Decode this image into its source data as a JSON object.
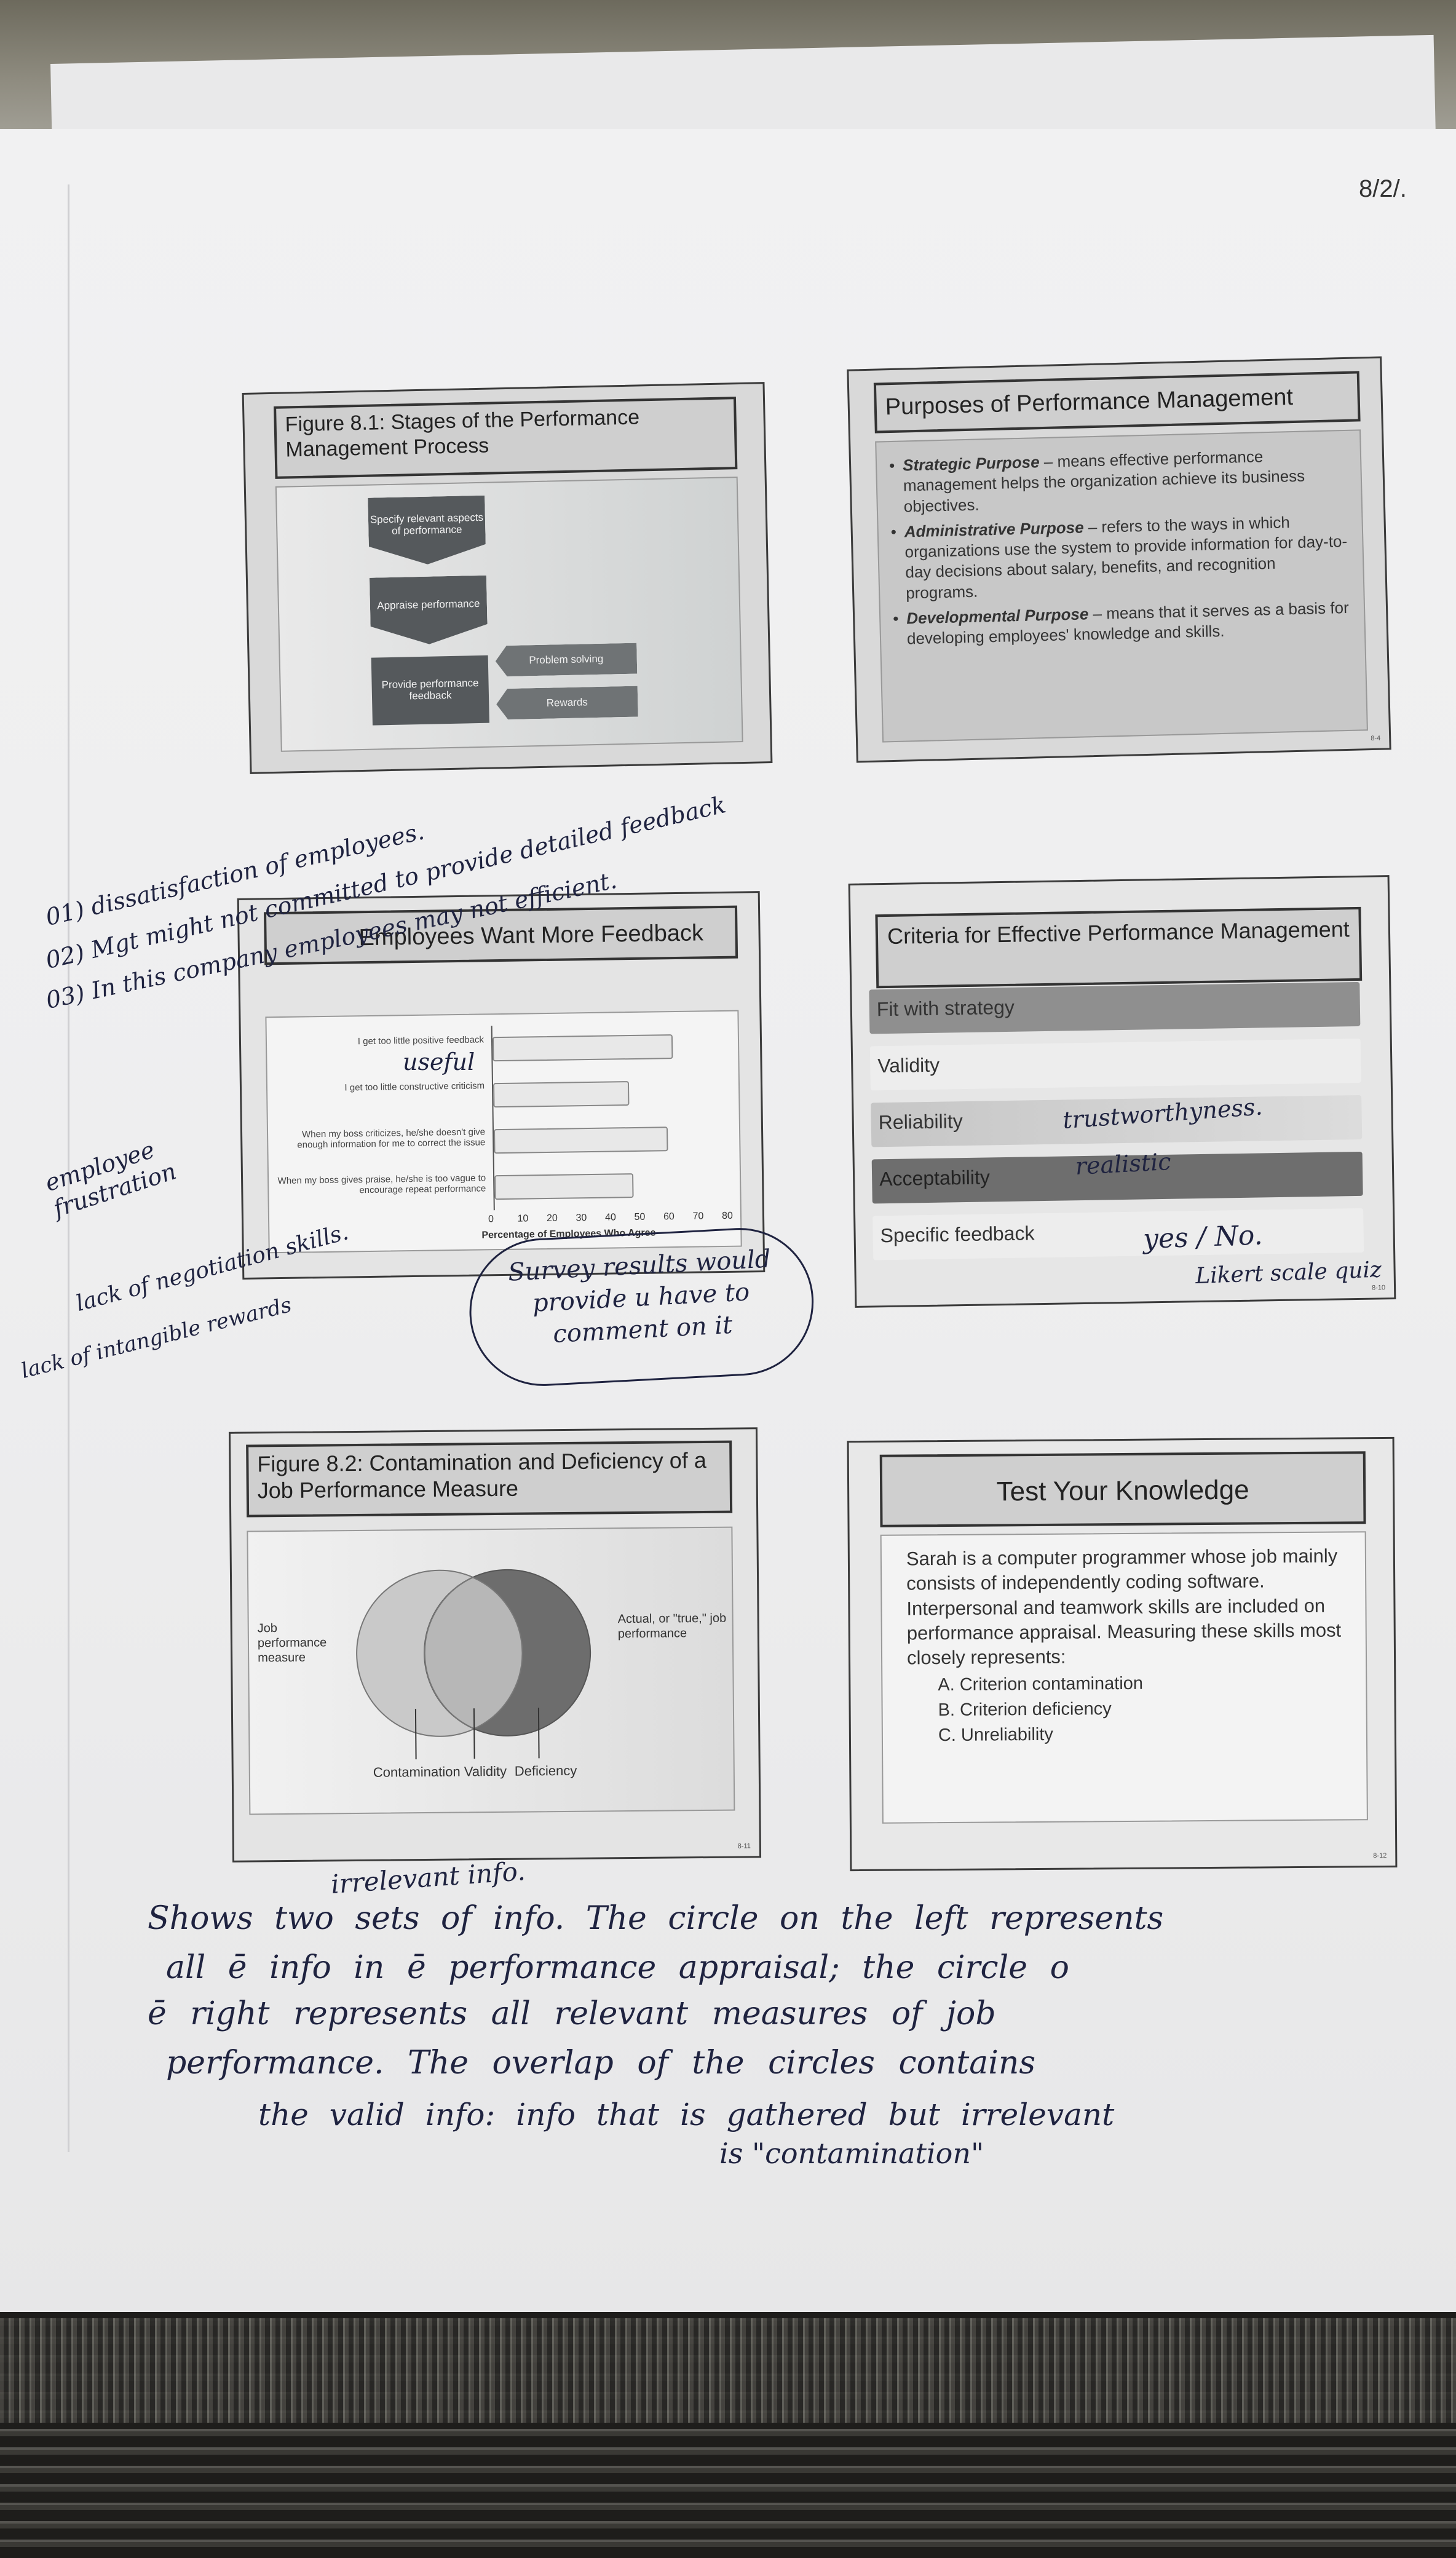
{
  "page_number": "8/2/.",
  "slides": {
    "stages": {
      "title": "Figure 8.1: Stages of the Performance Management Process",
      "steps": [
        "Specify relevant aspects of performance",
        "Appraise performance",
        "Provide performance feedback"
      ],
      "outcomes": [
        "Problem solving",
        "Rewards"
      ]
    },
    "purposes": {
      "title": "Purposes of Performance Management",
      "items": [
        {
          "term": "Strategic Purpose",
          "text": " – means effective performance management helps the organization achieve its business objectives."
        },
        {
          "term": "Administrative Purpose",
          "text": " – refers to the ways in which organizations use the system to provide information for day-to-day decisions about salary, benefits, and recognition programs."
        },
        {
          "term": "Developmental Purpose",
          "text": " – means that it serves as a basis for developing employees' knowledge and skills."
        }
      ],
      "slide_no": "8-4"
    },
    "feedback": {
      "title": "Employees Want More Feedback",
      "chart_data": {
        "type": "bar",
        "orientation": "horizontal",
        "categories": [
          "I get too little positive feedback",
          "I get too little constructive criticism",
          "When my boss criticizes, he/she doesn't give enough information for me to correct the issue",
          "When my boss gives praise, he/she is too vague to encourage repeat performance"
        ],
        "values": [
          62,
          47,
          60,
          48
        ],
        "xlabel": "Percentage of Employees Who Agree",
        "xlim": [
          0,
          80
        ],
        "xticks": [
          "0",
          "10",
          "20",
          "30",
          "40",
          "50",
          "60",
          "70",
          "80"
        ]
      }
    },
    "criteria": {
      "title": "Criteria for Effective Performance Management",
      "items": [
        "Fit with strategy",
        "Validity",
        "Reliability",
        "Acceptability",
        "Specific feedback"
      ],
      "slide_no": "8-10"
    },
    "contamination": {
      "title": "Figure 8.2: Contamination and Deficiency of a Job Performance Measure",
      "left_label": "Job performance measure",
      "right_label": "Actual, or \"true,\" job performance",
      "bottom_labels": [
        "Contamination",
        "Validity",
        "Deficiency"
      ],
      "slide_no": "8-11"
    },
    "quiz": {
      "title": "Test Your Knowledge",
      "question": "Sarah is a computer programmer whose job mainly consists of independently coding software. Interpersonal and teamwork skills are included on performance appraisal. Measuring these skills most closely represents:",
      "options": [
        "A. Criterion contamination",
        "B. Criterion deficiency",
        "C. Unreliability"
      ],
      "slide_no": "8-12"
    }
  },
  "handwriting": {
    "notes_1": "01) dissatisfaction of employees.",
    "notes_2": "02) Mgt might not committed to provide detailed feedback",
    "notes_3": "03) In this company employees may not efficient.",
    "useful": "useful",
    "frustration": "employee frustration",
    "lack": "lack of negotiation skills.",
    "intangible": "lack of intangible rewards",
    "survey": "Survey results would provide u have to comment on it",
    "trust": "trustworthyness.",
    "realistic": "realistic",
    "yesno": "yes / No.",
    "likert": "Likert scale quiz",
    "irrelevant": "irrelevant info.",
    "para_1": "Shows two sets of info. The circle on the left represents",
    "para_2": "all ē info in ē performance appraisal; the circle o",
    "para_3": "ē right represents all relevant measures of job",
    "para_4": "performance. The overlap of the circles contains",
    "para_5": "the valid info: info that is gathered but irrelevant",
    "para_6": "is \"contamination\""
  }
}
